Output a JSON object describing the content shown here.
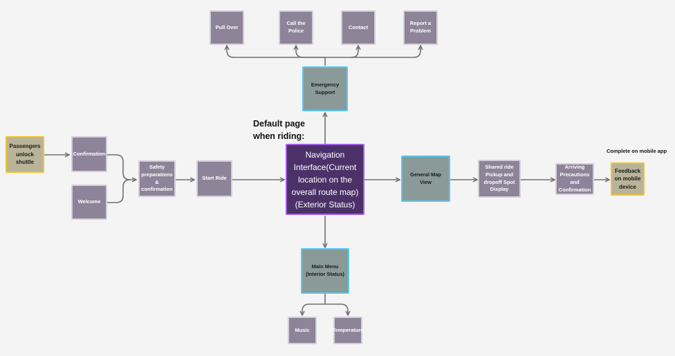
{
  "nodes": {
    "pull_over": "Pull Over",
    "call_police": "Call the Police",
    "contact": "Contact",
    "report_problem": "Report a Problem",
    "emergency_support": "Emergency Support",
    "passengers_unlock": "Passengers unlock shuttle",
    "confirmation": "Confirmation",
    "welcome": "Welcome",
    "safety_prep": "Safety preparations & confirmation",
    "start_ride": "Start Ride",
    "navigation": "Navigation Interface(Current location on the overall route map) (Exterior Status)",
    "general_map": "General Map View",
    "shared_ride": "Shared ride Pickup and dropoff Spot Display",
    "arriving": "Arriving Precautions and Confirmation",
    "feedback": "Feedback on mobile device",
    "main_menu": "Main Menu (Interior Status)",
    "music": "Music",
    "temperature": "Temperature"
  },
  "annotations": {
    "default_page": "Default page when riding:",
    "complete_mobile": "Complete on mobile app"
  },
  "colors": {
    "node_fill": "#8d8499",
    "node_border": "#d3cfd8",
    "highlight_border": "#5cc6f2",
    "main_fill": "#4b3168",
    "main_border": "#a35ee6",
    "endpoint_border": "#f0c330",
    "connector": "#6f6f74"
  }
}
